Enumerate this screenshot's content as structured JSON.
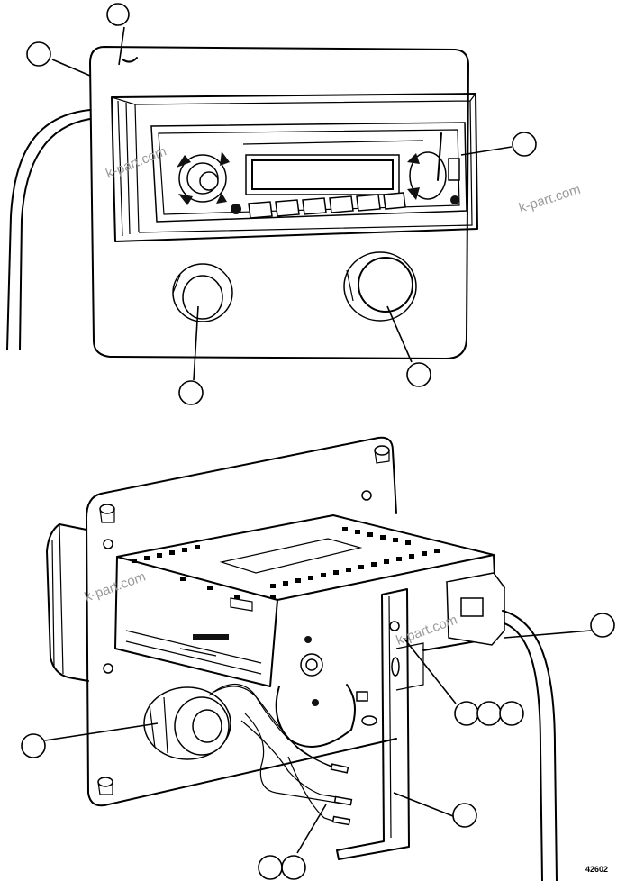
{
  "watermarks": [
    "k-part.com",
    "k-part.com",
    "k-part.com",
    "k-part.com"
  ],
  "drawing_number": "42602"
}
